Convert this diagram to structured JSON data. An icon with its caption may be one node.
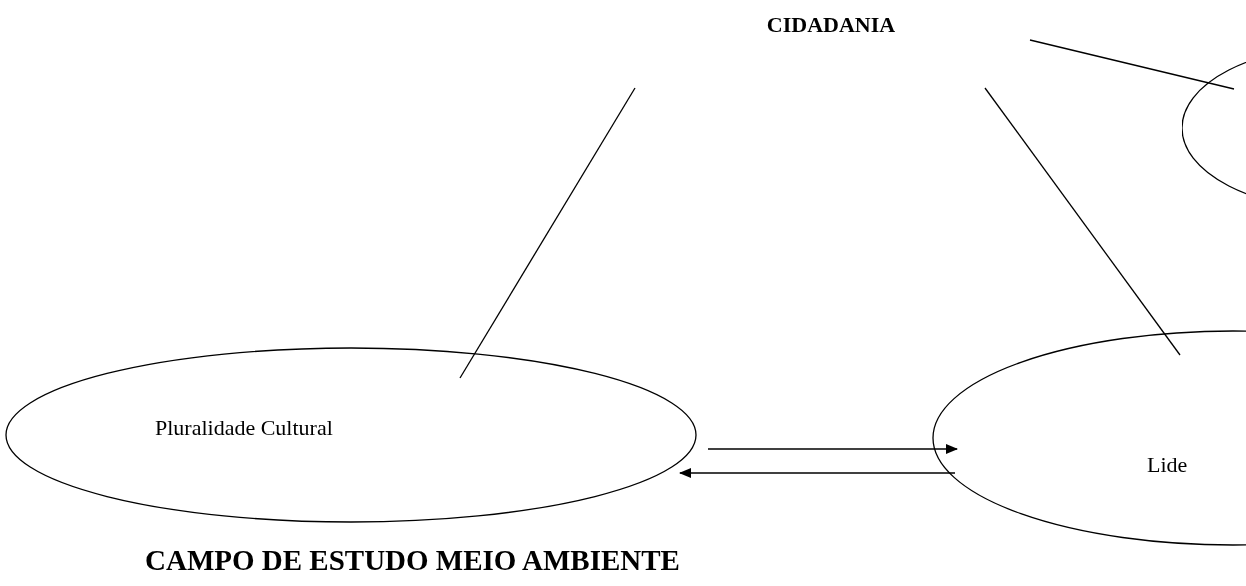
{
  "diagram": {
    "nodes": [
      {
        "text": [],
        "shape": "ellipse"
      },
      {
        "text": [
          "Pluralidade Cultural"
        ]
      },
      {
        "text": [
          "Lide"
        ]
      }
    ],
    "edges": [
      {
        "from": null,
        "to": 0,
        "arrow": "none"
      },
      {
        "from": null,
        "to": 1,
        "arrow": "none"
      },
      {
        "from": null,
        "to": 2,
        "arrow": "none"
      },
      {
        "from": 1,
        "to": 2,
        "arrow": "to"
      },
      {
        "from": 2,
        "to": 1,
        "arrow": "to"
      }
    ],
    "labels": [
      "CIDADANIA",
      "CAMPO DE ESTUDO MEIO AMBIENTE"
    ]
  }
}
